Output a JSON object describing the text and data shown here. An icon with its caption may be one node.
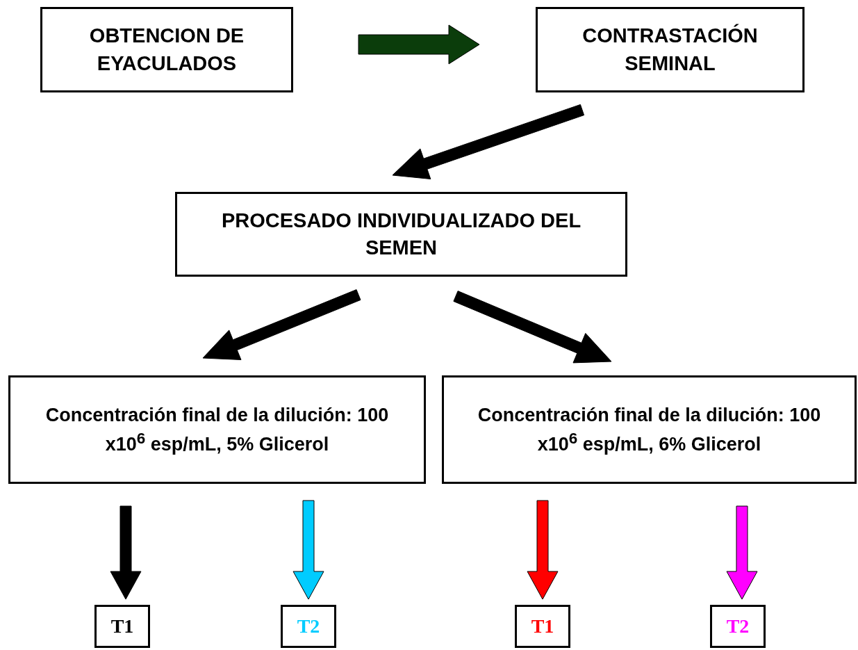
{
  "diagram": {
    "nodes": [
      {
        "text": [
          "OBTENCION DE EYACULADOS"
        ]
      },
      {
        "text": [
          "CONTRASTACIÓN SEMINAL"
        ]
      },
      {
        "text": [
          "PROCESADO INDIVIDUALIZADO  DEL SEMEN"
        ]
      },
      {
        "text": [
          "Concentración final de la dilución: 100 x10$^{6}$ esp/mL, 5% Glicerol"
        ]
      },
      {
        "text": [
          "Concentración final de la dilución: 100 x10$^{6}$ esp/mL, 6% Glicerol"
        ]
      },
      {
        "text": [
          "T1"
        ]
      },
      {
        "text": [
          "T2"
        ]
      },
      {
        "text": [
          "T1"
        ]
      },
      {
        "text": [
          "T2"
        ]
      }
    ],
    "edges": [
      {
        "from": 0,
        "to": 1,
        "arrow": "to",
        "color": "#0b3d0b"
      },
      {
        "from": 1,
        "to": 2,
        "arrow": "to"
      },
      {
        "from": 2,
        "to": 3,
        "arrow": "to"
      },
      {
        "from": 2,
        "to": 4,
        "arrow": "to"
      },
      {
        "from": 3,
        "to": 5,
        "arrow": "to"
      },
      {
        "from": 3,
        "to": 6,
        "arrow": "to",
        "color": "#00ccff"
      },
      {
        "from": 4,
        "to": 7,
        "arrow": "to",
        "color": "#ff0000"
      },
      {
        "from": 4,
        "to": 8,
        "arrow": "to",
        "color": "#ff00ff"
      }
    ]
  }
}
